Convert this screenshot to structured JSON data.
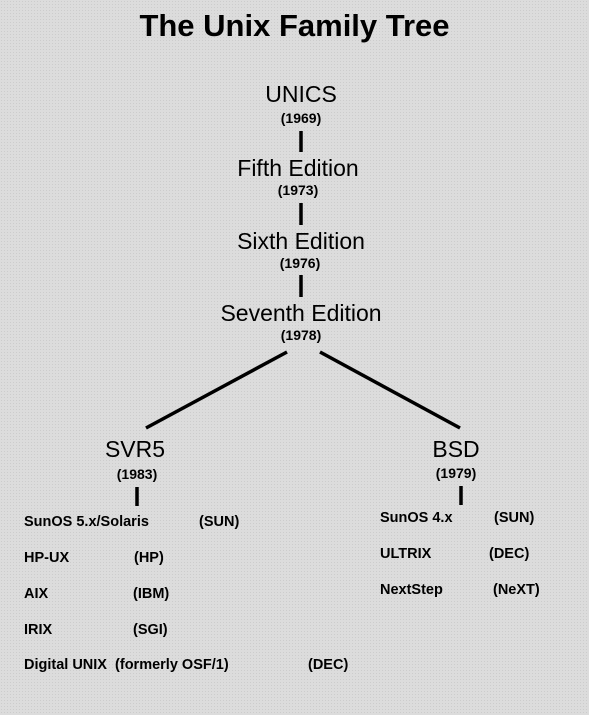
{
  "title": "The Unix Family Tree",
  "nodes": {
    "unics": {
      "name": "UNICS",
      "year": "(1969)"
    },
    "fifth": {
      "name": "Fifth Edition",
      "year": "(1973)"
    },
    "sixth": {
      "name": "Sixth Edition",
      "year": "(1976)"
    },
    "seventh": {
      "name": "Seventh Edition",
      "year": "(1978)"
    },
    "svr5": {
      "name": "SVR5",
      "year": "(1983)"
    },
    "bsd": {
      "name": "BSD",
      "year": "(1979)"
    }
  },
  "svr5_variants": [
    {
      "name": "SunOS 5.x/Solaris",
      "vendor": "(SUN)"
    },
    {
      "name": "HP-UX",
      "vendor": "(HP)"
    },
    {
      "name": "AIX",
      "vendor": "(IBM)"
    },
    {
      "name": "IRIX",
      "vendor": "(SGI)"
    },
    {
      "name": "Digital UNIX  (formerly OSF/1)",
      "vendor": "(DEC)"
    }
  ],
  "bsd_variants": [
    {
      "name": "SunOS 4.x",
      "vendor": "(SUN)"
    },
    {
      "name": "ULTRIX",
      "vendor": "(DEC)"
    },
    {
      "name": "NextStep",
      "vendor": "(NeXT)"
    }
  ]
}
